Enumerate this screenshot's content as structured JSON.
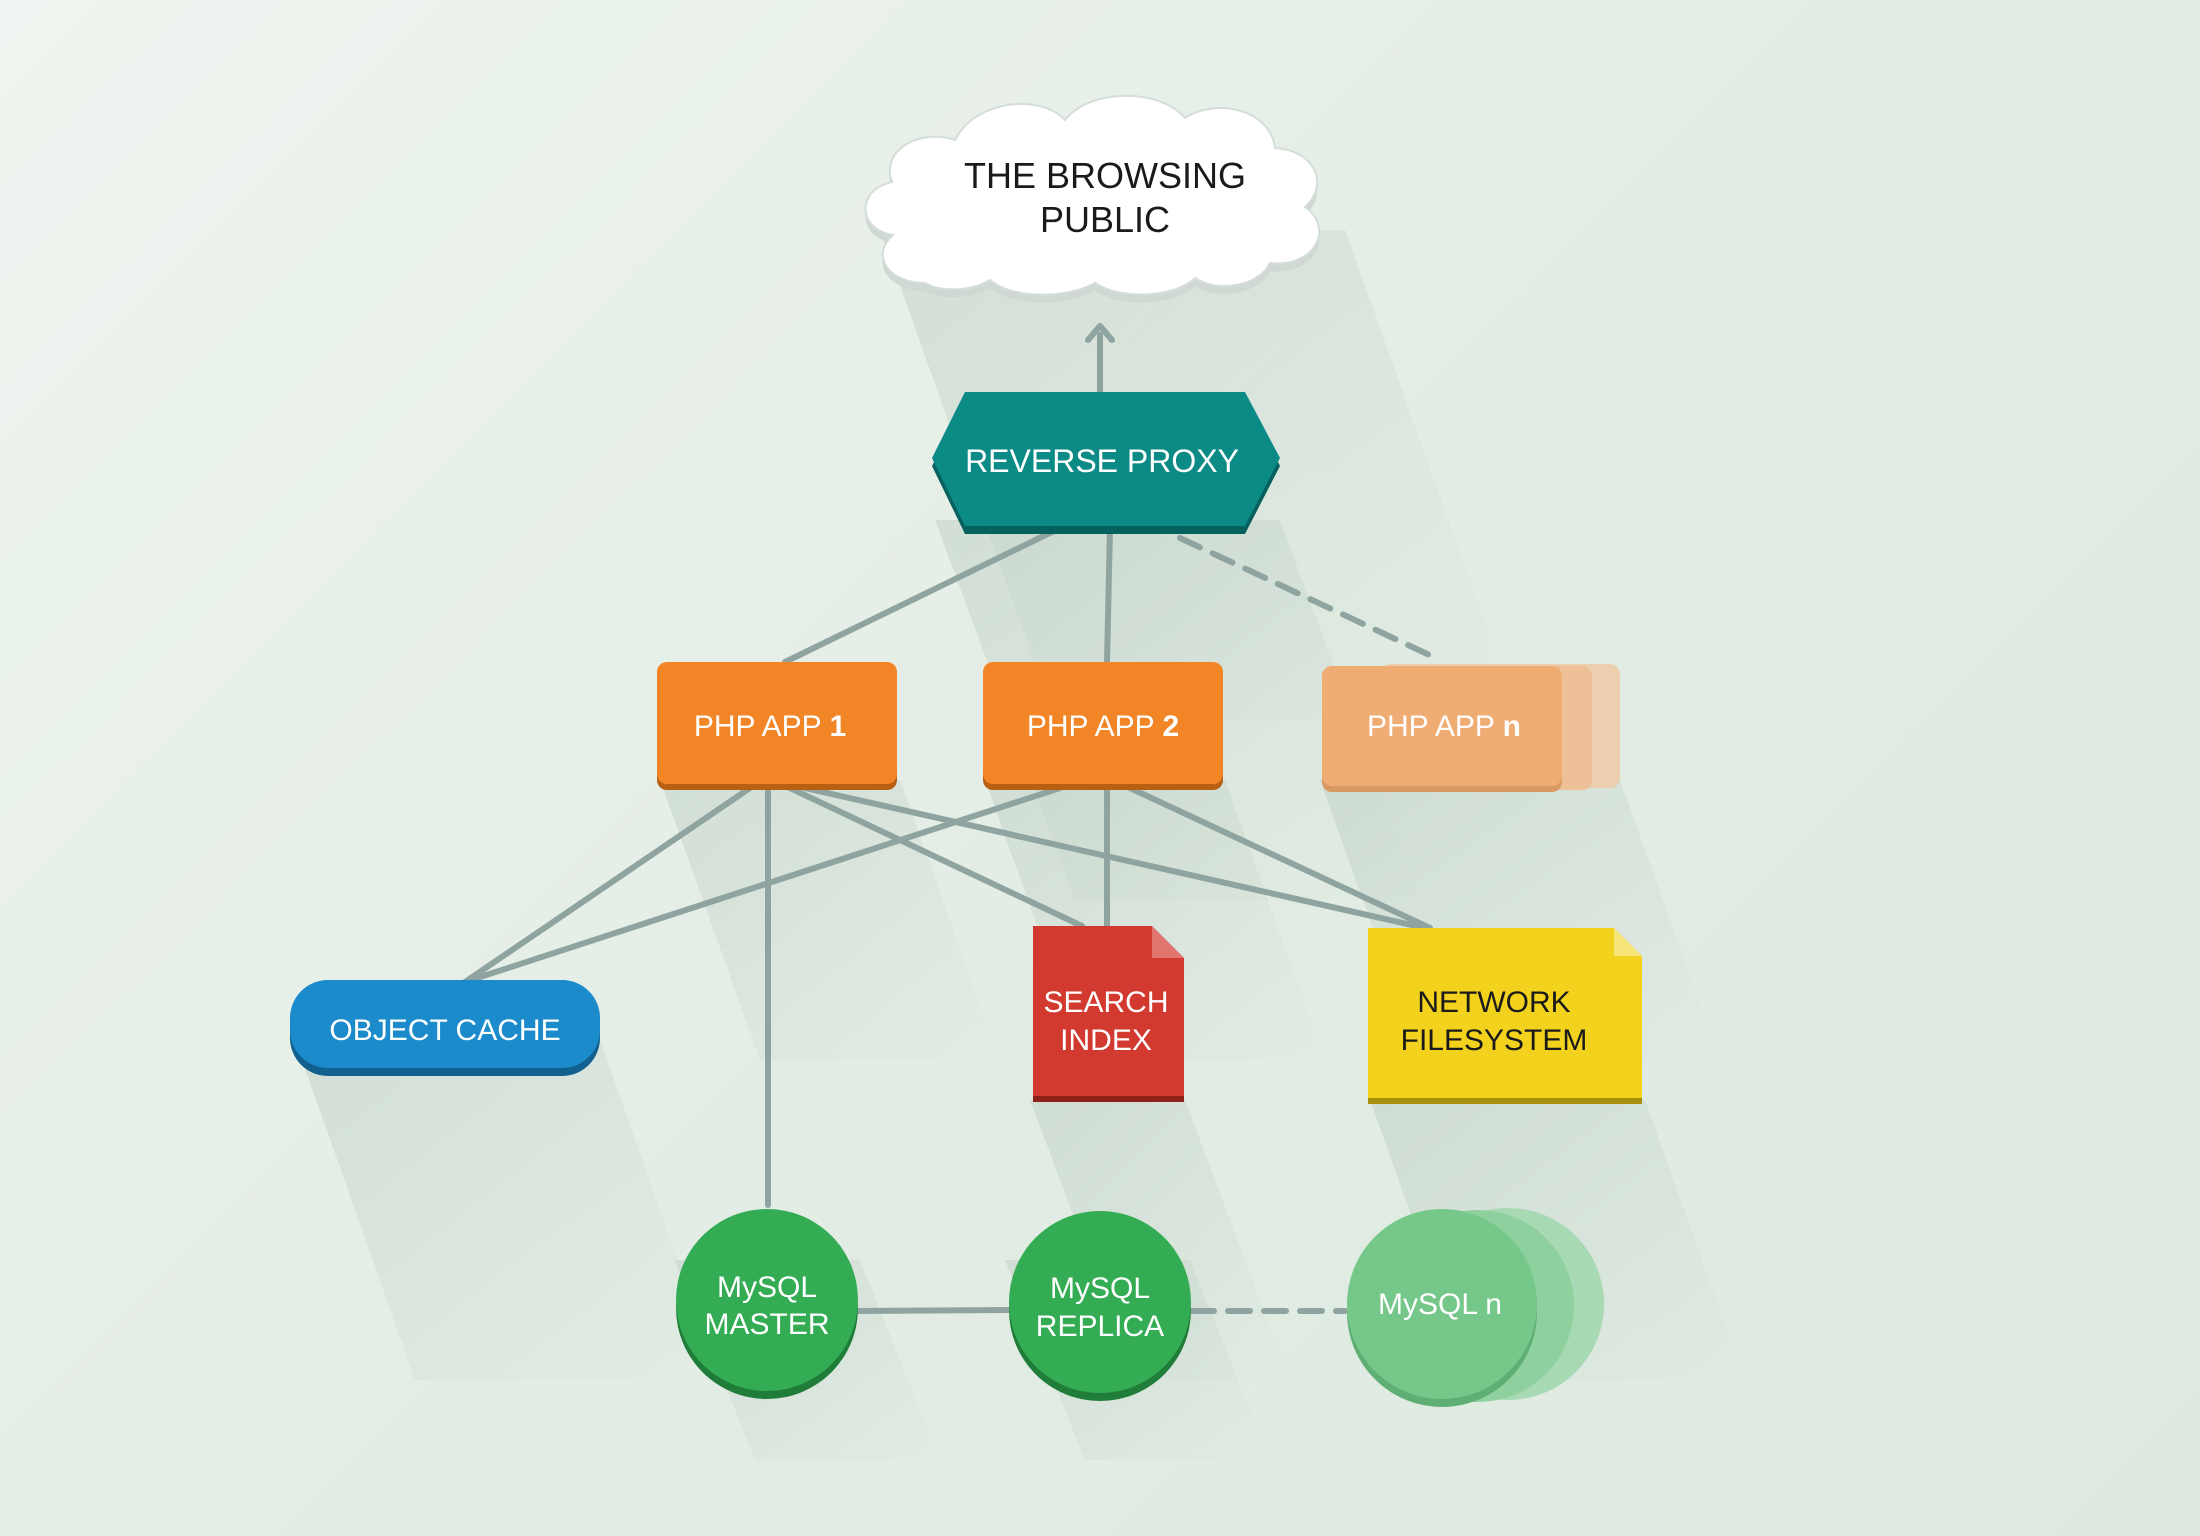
{
  "diagram": {
    "cloud": {
      "line1": "THE BROWSING",
      "line2": "PUBLIC"
    },
    "proxy": {
      "label": "REVERSE PROXY"
    },
    "php1": {
      "label": "PHP APP ",
      "num": "1"
    },
    "php2": {
      "label": "PHP APP ",
      "num": "2"
    },
    "phpn": {
      "label": "PHP APP ",
      "num": "n"
    },
    "cache": {
      "label": "OBJECT CACHE"
    },
    "search": {
      "line1": "SEARCH",
      "line2": "INDEX"
    },
    "nfs": {
      "line1": "NETWORK",
      "line2": "FILESYSTEM"
    },
    "mysql_master": {
      "line1": "MySQL",
      "line2": "MASTER"
    },
    "mysql_replica": {
      "line1": "MySQL",
      "line2": "REPLICA"
    },
    "mysql_n": {
      "label": "MySQL n"
    }
  },
  "colors": {
    "connector": "#8fa3a0",
    "proxy": "#0b8a86",
    "php": "#f28526",
    "php_faded": "#efad74",
    "cache": "#1b8bcc",
    "search": "#d23a2f",
    "nfs": "#f2d21d",
    "mysql": "#33ac54",
    "mysql_faded": "#76c78a"
  }
}
